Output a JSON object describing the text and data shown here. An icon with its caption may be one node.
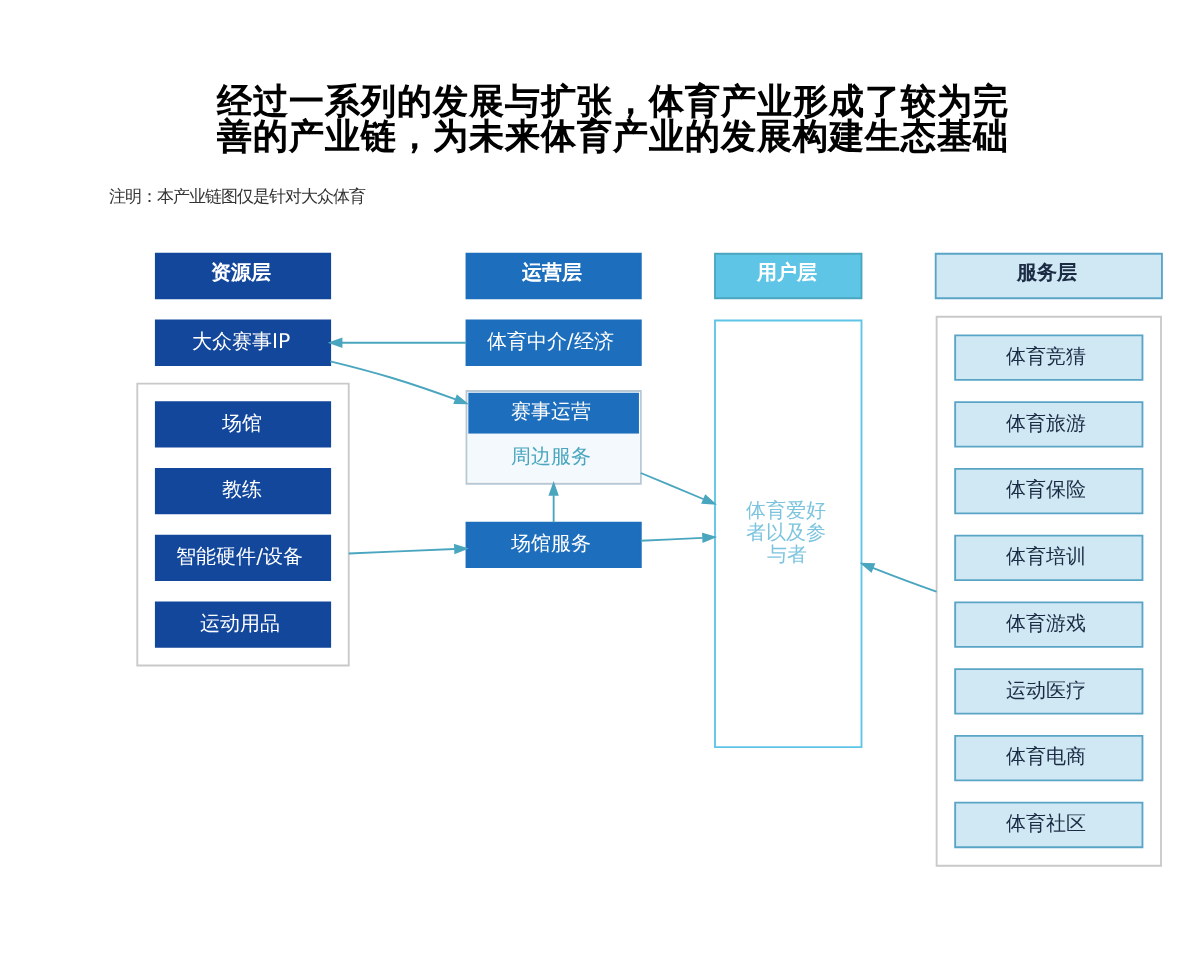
{
  "diagram": {
    "title": "经过一系列的发展与扩张，体育产业形成了较为完善的产业链，为未来体育产业的发展构建生态基础",
    "nodes": [
      {
        "text": [
          "资源层"
        ]
      },
      {
        "text": [
          "运营层"
        ]
      },
      {
        "text": [
          "用户层"
        ]
      },
      {
        "text": [
          "服务层"
        ]
      },
      {
        "text": [
          "体育中介/经济"
        ]
      },
      {
        "text": [
          "大众赛事IP"
        ]
      },
      {
        "text": [],
        "shape": "box"
      },
      {
        "text": [
          "场馆"
        ],
        "in": 6
      },
      {
        "text": [
          "教练"
        ],
        "in": 6
      },
      {
        "text": [
          "智能硬件/设备"
        ],
        "in": 6
      },
      {
        "text": [
          "运动用品"
        ],
        "in": 6
      },
      {
        "text": [
          "赛事运营",
          "周边服务"
        ]
      },
      {
        "text": [
          "场馆服务"
        ]
      },
      {
        "text": [
          "体育爱好者以及参与者"
        ]
      },
      {
        "text": [],
        "shape": "box"
      },
      {
        "text": [
          "体育竞猜"
        ],
        "in": 14
      },
      {
        "text": [
          "体育旅游"
        ],
        "in": 14
      },
      {
        "text": [
          "体育保险"
        ],
        "in": 14
      },
      {
        "text": [
          "体育培训"
        ],
        "in": 14
      },
      {
        "text": [
          "体育游戏"
        ],
        "in": 14
      },
      {
        "text": [
          "运动医疗"
        ],
        "in": 14
      },
      {
        "text": [
          "体育电商"
        ],
        "in": 14
      },
      {
        "text": [
          "体育社区"
        ],
        "in": 14
      }
    ],
    "edges": [
      {
        "from": 4,
        "to": 5,
        "arrow": "to"
      },
      {
        "from": 5,
        "to": 11,
        "arrow": "to"
      },
      {
        "from": 6,
        "to": 12,
        "arrow": "to"
      },
      {
        "from": 12,
        "to": 11,
        "arrow": "to"
      },
      {
        "from": 11,
        "to": 13,
        "arrow": "to"
      },
      {
        "from": 12,
        "to": 13,
        "arrow": "to"
      },
      {
        "from": 14,
        "to": 13,
        "arrow": "to"
      }
    ],
    "labels": [
      "注明：本产业链图仅是针对大众体育"
    ]
  }
}
